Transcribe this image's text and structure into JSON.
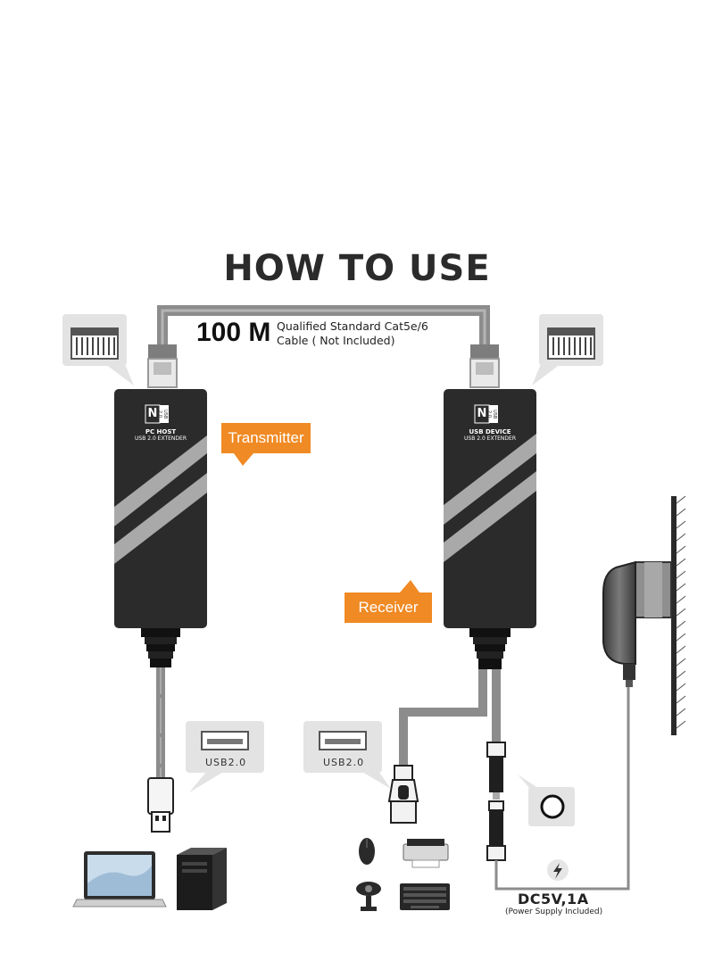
{
  "title": "HOW TO USE",
  "cable": {
    "length": "100 M",
    "note_line1": "Qualified Standard Cat5e/6",
    "note_line2": "Cable ( Not Included)"
  },
  "transmitter": {
    "callout": "Transmitter",
    "logo_letter": "N",
    "logo_sub": "USB 2.0",
    "label_line1": "PC HOST",
    "label_line2": "USB 2.0 EXTENDER"
  },
  "receiver": {
    "callout": "Receiver",
    "logo_letter": "N",
    "logo_sub": "USB 2.0",
    "label_line1": "USB DEVICE",
    "label_line2": "USB 2.0 EXTENDER"
  },
  "usb_port_left": "USB2.0",
  "usb_port_right": "USB2.0",
  "power": {
    "label": "DC5V,1A",
    "note": "(Power Supply Included)"
  },
  "icons": {
    "rj45_left": "rj45-port-icon",
    "rj45_right": "rj45-port-icon",
    "laptop": "laptop-icon",
    "tower": "desktop-tower-icon",
    "mouse": "mouse-icon",
    "printer": "printer-icon",
    "webcam": "webcam-icon",
    "keyboard": "keyboard-icon",
    "adapter": "power-adapter-icon",
    "dc_jack": "dc-jack-icon",
    "lightning": "lightning-icon"
  },
  "colors": {
    "accent": "#f08a24",
    "device_body": "#2b2b2b",
    "cable": "#8c8c8c",
    "stripe": "#a9a9a9"
  }
}
